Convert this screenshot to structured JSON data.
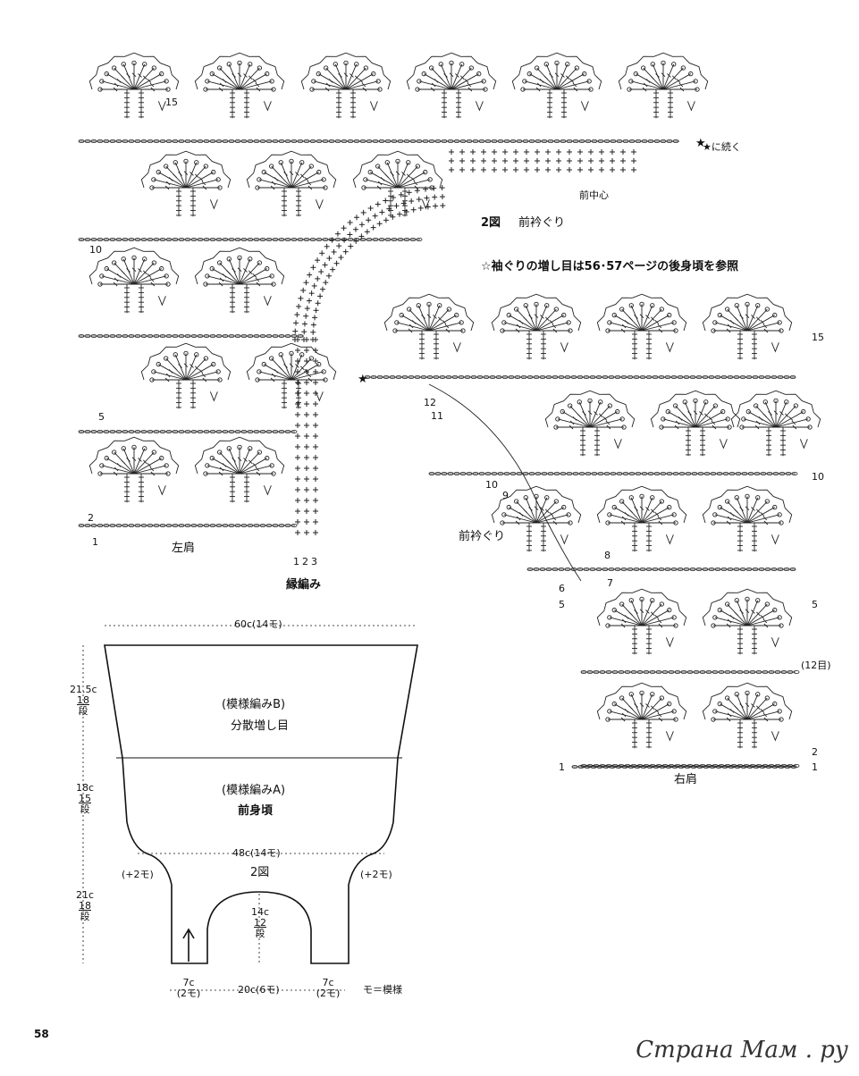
{
  "diagram": {
    "heading": {
      "num": "2図",
      "title": "前衿ぐり"
    },
    "note": "☆袖ぐりの増し目は56･57ページの後身頃を参照",
    "continue_label": "★に続く",
    "front_center": "前中心",
    "left_shoulder": "左肩",
    "right_shoulder": "右肩",
    "neckline_label": "前衿ぐり",
    "edging_label": "縁編み",
    "edging_rows": [
      "1",
      "2",
      "3"
    ],
    "left_rows": [
      "15",
      "10",
      "5",
      "2",
      "1"
    ],
    "right_rows_right": [
      "15",
      "10",
      "5",
      "2",
      "1"
    ],
    "right_rows_left": [
      "12",
      "11",
      "10",
      "9",
      "8",
      "7",
      "6",
      "5",
      "1"
    ],
    "right_repeat": "(12目)"
  },
  "schematic": {
    "top_width": "60c(14モ)",
    "bottom_width": "48c(14モ)",
    "h1": {
      "value": "21.5c",
      "rows": "18",
      "unit": "段"
    },
    "h2": {
      "value": "18c",
      "rows": "15",
      "unit": "段"
    },
    "h3": {
      "value": "21c",
      "rows": "18",
      "unit": "段"
    },
    "neck": {
      "value": "14c",
      "rows": "12",
      "unit": "段"
    },
    "pattern_b": "(模様編みB)",
    "increase": "分散増し目",
    "pattern_a": "(模様編みA)",
    "front_body": "前身頃",
    "fig_ref": "2図",
    "inc_left": "(+2モ)",
    "inc_right": "(+2モ)",
    "w_left": {
      "value": "7c",
      "sub": "(2モ)"
    },
    "w_mid": "20c(6モ)",
    "w_right": {
      "value": "7c",
      "sub": "(2モ)"
    },
    "legend": "モ＝模様"
  },
  "page_number": "58",
  "watermark": "Страна Мам . ру"
}
